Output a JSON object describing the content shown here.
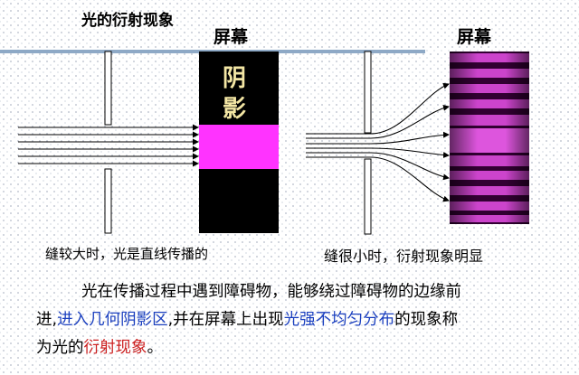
{
  "title": "光的衍射现象",
  "screen_label_left": "屏幕",
  "screen_label_right": "屏幕",
  "shadow_text": [
    "阴",
    "影"
  ],
  "caption_left": "缝较大时，光是直线传播的",
  "caption_right": "缝很小时，衍射现象明显",
  "paragraph": {
    "line1": "光在传播过程中遇到障碍物，能够绕过障碍物的边缘前",
    "line2_pre": "进,",
    "line2_blue": "进入几何阴影区",
    "line2_mid": ",并在屏幕上出现",
    "line2_blue2": "光强不均匀分布",
    "line2_post": "的现象称",
    "line3_pre": "为光的",
    "line3_red": "衍射现象",
    "line3_post": "。"
  },
  "colors": {
    "top_rule": "#8ea9c6",
    "screen_dark": "#000000",
    "screen_bright": "#ff33ff",
    "fringe_bright": "#cc44cc",
    "fringe_dark": "#330033",
    "highlight_blue": "#1a3fbf",
    "highlight_red": "#cc1f1f"
  }
}
